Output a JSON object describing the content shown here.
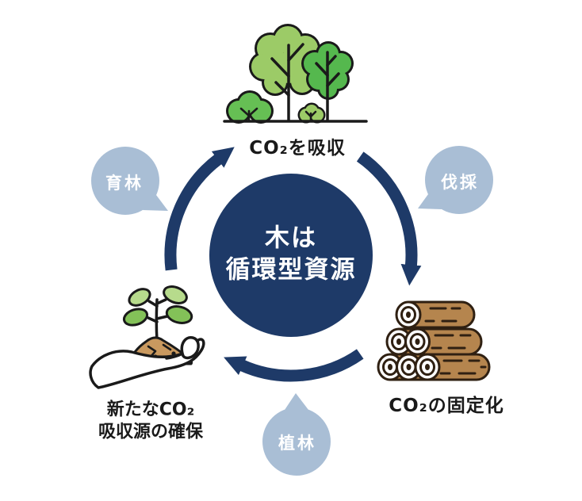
{
  "center": {
    "line1": "木は",
    "line2": "循環型資源"
  },
  "stages": {
    "absorb": {
      "label": "CO₂を吸収",
      "icon": "forest-trees-icon"
    },
    "fixation": {
      "label": "CO₂の固定化",
      "icon": "stacked-logs-icon"
    },
    "new_source": {
      "line1": "新たなCO₂",
      "line2": "吸収源の確保",
      "icon": "seedling-in-hand-icon"
    }
  },
  "bubbles": {
    "silviculture": {
      "label": "育林"
    },
    "logging": {
      "label": "伐採"
    },
    "planting": {
      "label": "植林"
    }
  },
  "colors": {
    "navy": "#1E3A68",
    "bubble": "#A9BED5",
    "outline": "#1A1A1A",
    "text": "#1A1A1A",
    "white": "#FFFFFF",
    "tree-light": "#9CCB67",
    "tree-dark": "#55B84E",
    "bush": "#66BF54",
    "log-brown": "#B5854E",
    "log-outline": "#2F2012",
    "soil": "#C9995F",
    "leaf-light": "#B7DB8C",
    "leaf-mid": "#83C158"
  }
}
